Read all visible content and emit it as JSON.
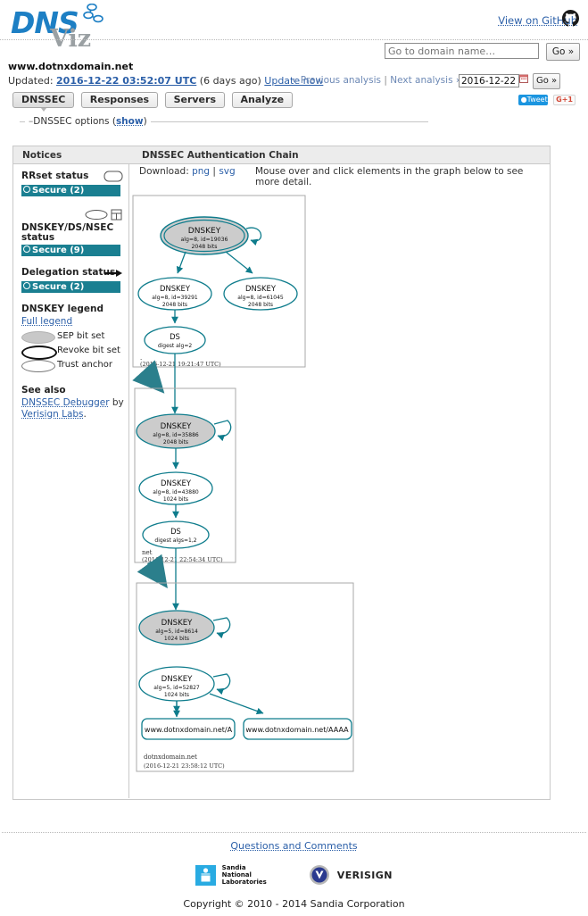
{
  "header": {
    "logo_main": "DNS",
    "logo_sub": "Viz",
    "github_link": "View on GitHub",
    "github_icon": "github-octocat-icon",
    "search_placeholder": "Go to domain name…",
    "search_value": "",
    "go_label": "Go »"
  },
  "analysis": {
    "domain": "www.dotnxdomain.net",
    "updated_prefix": "Updated:",
    "updated_timestamp": "2016-12-22 03:52:07 UTC",
    "updated_ago": "(6 days ago)",
    "update_now": "Update now",
    "prev_analysis": "« Previous analysis",
    "separator": "|",
    "next_analysis": "Next analysis »",
    "date_value": "2016-12-22",
    "calendar_icon": "calendar-icon",
    "go_label": "Go »"
  },
  "tabs": [
    {
      "label": "DNSSEC",
      "active": true
    },
    {
      "label": "Responses",
      "active": false
    },
    {
      "label": "Servers",
      "active": false
    },
    {
      "label": "Analyze",
      "active": false
    }
  ],
  "social": {
    "tweet_label": "Tweet",
    "tweet_icon": "twitter-bird-icon",
    "gplus_label": "G+1",
    "gplus_icon": "google-plus-icon"
  },
  "options": {
    "dash": "–",
    "label": "DNSSEC options (",
    "show_link": "show",
    "close_paren": ")"
  },
  "panel": {
    "notices_title": "Notices",
    "chain_title": "DNSSEC Authentication Chain",
    "download_label": "Download:",
    "download_png": "png",
    "download_sep": "|",
    "download_svg": "svg",
    "hint": "Mouse over and click elements in the graph below to see more detail."
  },
  "notices": {
    "sections": [
      {
        "label": "RRset status",
        "icon": "rrset-rect-icon",
        "status_text": "Secure (2)",
        "status_count": 2,
        "status_color": "#1a7f91",
        "status_icon": "secure-dot-icon"
      },
      {
        "label": "DNSKEY/DS/NSEC status",
        "icon": "dnskey-ellipse-icon",
        "icon2": "ds-rect-icon",
        "status_text": "Secure (9)",
        "status_count": 9,
        "status_color": "#1a7f91",
        "status_icon": "secure-dot-icon"
      },
      {
        "label": "Delegation status",
        "icon": "delegation-arrow-icon",
        "status_text": "Secure (2)",
        "status_count": 2,
        "status_color": "#1a7f91",
        "status_icon": "secure-dot-icon"
      }
    ],
    "dnskey_legend_title": "DNSKEY legend",
    "full_legend_link": "Full legend",
    "legend_items": [
      {
        "label": "SEP bit set",
        "icon": "ellipse-filled-icon"
      },
      {
        "label": "Revoke bit set",
        "icon": "ellipse-bold-icon"
      },
      {
        "label": "Trust anchor",
        "icon": "ellipse-thin-icon"
      }
    ],
    "see_also_title": "See also",
    "see_also_link": "DNSSEC Debugger",
    "see_also_by": "by",
    "see_also_link2": "Verisign Labs",
    "see_also_period": "."
  },
  "chart_data": {
    "type": "diagram",
    "title": "DNSSEC Authentication Chain",
    "zones": [
      {
        "name": ".",
        "label": ".",
        "timestamp": "(2016-12-21 19:21:47 UTC)",
        "nodes": [
          {
            "id": "root-ksk",
            "type": "DNSKEY",
            "line1": "DNSKEY",
            "line2": "alg=8, id=19036",
            "line3": "2048 bits",
            "sep": true,
            "trust_anchor": true
          },
          {
            "id": "root-zsk-39291",
            "type": "DNSKEY",
            "line1": "DNSKEY",
            "line2": "alg=8, id=39291",
            "line3": "2048 bits",
            "sep": false,
            "trust_anchor": false
          },
          {
            "id": "root-zsk-61045",
            "type": "DNSKEY",
            "line1": "DNSKEY",
            "line2": "alg=8, id=61045",
            "line3": "2048 bits",
            "sep": false,
            "trust_anchor": false
          },
          {
            "id": "root-ds",
            "type": "DS",
            "line1": "DS",
            "line2": "digest alg=2",
            "line3": "",
            "sep": false,
            "trust_anchor": false
          }
        ]
      },
      {
        "name": "net",
        "label": "net",
        "timestamp": "(2016-12-21 22:54:34 UTC)",
        "nodes": [
          {
            "id": "net-ksk",
            "type": "DNSKEY",
            "line1": "DNSKEY",
            "line2": "alg=8, id=35886",
            "line3": "2048 bits",
            "sep": true,
            "trust_anchor": false
          },
          {
            "id": "net-zsk",
            "type": "DNSKEY",
            "line1": "DNSKEY",
            "line2": "alg=8, id=43880",
            "line3": "1024 bits",
            "sep": false,
            "trust_anchor": false
          },
          {
            "id": "net-ds",
            "type": "DS",
            "line1": "DS",
            "line2": "digest algs=1,2",
            "line3": "",
            "sep": false,
            "trust_anchor": false
          }
        ]
      },
      {
        "name": "dotnxdomain.net",
        "label": "dotnxdomain.net",
        "timestamp": "(2016-12-21 23:58:12 UTC)",
        "nodes": [
          {
            "id": "dnx-ksk",
            "type": "DNSKEY",
            "line1": "DNSKEY",
            "line2": "alg=5, id=8614",
            "line3": "1024 bits",
            "sep": true,
            "trust_anchor": false
          },
          {
            "id": "dnx-zsk",
            "type": "DNSKEY",
            "line1": "DNSKEY",
            "line2": "alg=5, id=52827",
            "line3": "1024 bits",
            "sep": false,
            "trust_anchor": false
          },
          {
            "id": "rrset-a",
            "type": "RRset",
            "line1": "www.dotnxdomain.net/A",
            "line2": "",
            "line3": "",
            "sep": false,
            "trust_anchor": false
          },
          {
            "id": "rrset-aaaa",
            "type": "RRset",
            "line1": "www.dotnxdomain.net/AAAA",
            "line2": "",
            "line3": "",
            "sep": false,
            "trust_anchor": false
          }
        ]
      }
    ],
    "edge_color": "#0e7c8c",
    "sep_fill": "#cccccc",
    "node_fill": "#ffffff"
  },
  "footer": {
    "questions_link": "Questions and Comments",
    "sandia_line1": "Sandia",
    "sandia_line2": "National",
    "sandia_line3": "Laboratories",
    "sandia_icon": "sandia-labs-logo",
    "verisign_label": "VERISIGN",
    "verisign_icon": "verisign-logo",
    "copyright": "Copyright © 2010 - 2014 Sandia Corporation"
  }
}
